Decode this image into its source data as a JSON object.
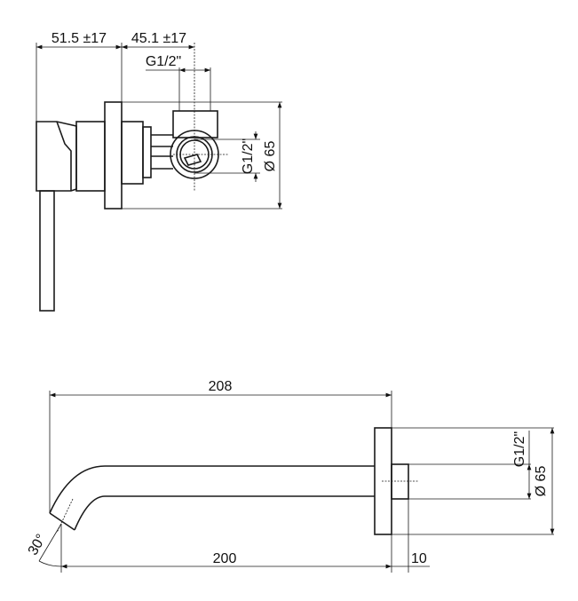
{
  "top_view": {
    "dim_left": "51.5 ±17",
    "dim_right": "45.1 ±17",
    "thread_top": "G1/2\"",
    "thread_side": "G1/2\"",
    "diameter": "Ø 65"
  },
  "bottom_view": {
    "total_length": "208",
    "spout_length": "200",
    "stub_length": "10",
    "angle": "30°",
    "thread": "G1/2\"",
    "diameter": "Ø 65"
  }
}
